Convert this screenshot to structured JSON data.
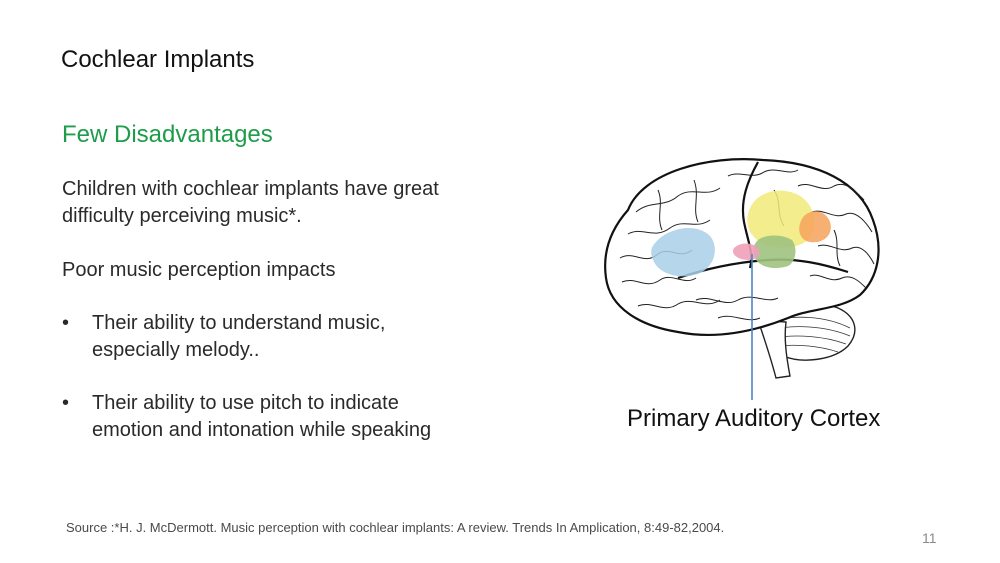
{
  "slide": {
    "title": "Cochlear Implants",
    "subtitle": "Few Disadvantages",
    "paragraph_1": "Children with cochlear implants have great difficulty perceiving music*.",
    "paragraph_2": "Poor music perception impacts",
    "bullets": [
      "Their ability to understand music, especially melody..",
      "Their ability to use pitch to indicate emotion and intonation while speaking"
    ],
    "bullet_glyph": "•",
    "diagram_label": "Primary Auditory Cortex",
    "source": "Source :*H. J. McDermott. Music perception with cochlear implants: A review. Trends In Amplication, 8:49-82,2004.",
    "page_number": "11"
  },
  "colors": {
    "subtitle": "#1e9c4a",
    "region_blue": "#a8cfe8",
    "region_yellow": "#f2ea7a",
    "region_orange": "#f5a25a",
    "region_green": "#9fc27f",
    "region_pink": "#f0a0b8",
    "pointer_line": "#4a86c8"
  }
}
